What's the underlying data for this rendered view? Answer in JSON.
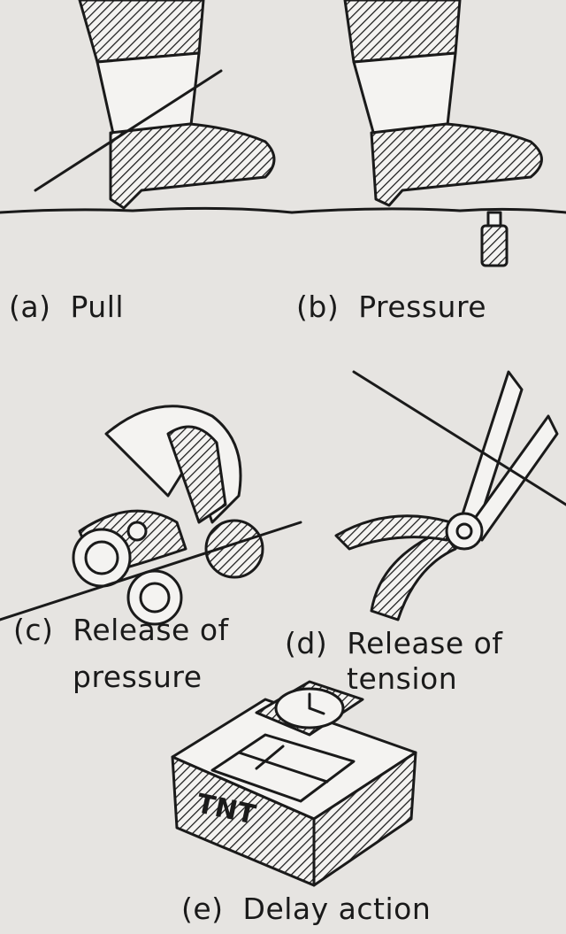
{
  "figures": [
    {
      "letter": "(a)",
      "caption": "Pull"
    },
    {
      "letter": "(b)",
      "caption": "Pressure"
    },
    {
      "letter": "(c)",
      "caption_line1": "Release of",
      "caption_line2": "pressure"
    },
    {
      "letter": "(d)",
      "caption_line1": "Release of",
      "caption_line2": "tension"
    },
    {
      "letter": "(e)",
      "caption": "Delay action",
      "box_label": "TNT"
    }
  ]
}
